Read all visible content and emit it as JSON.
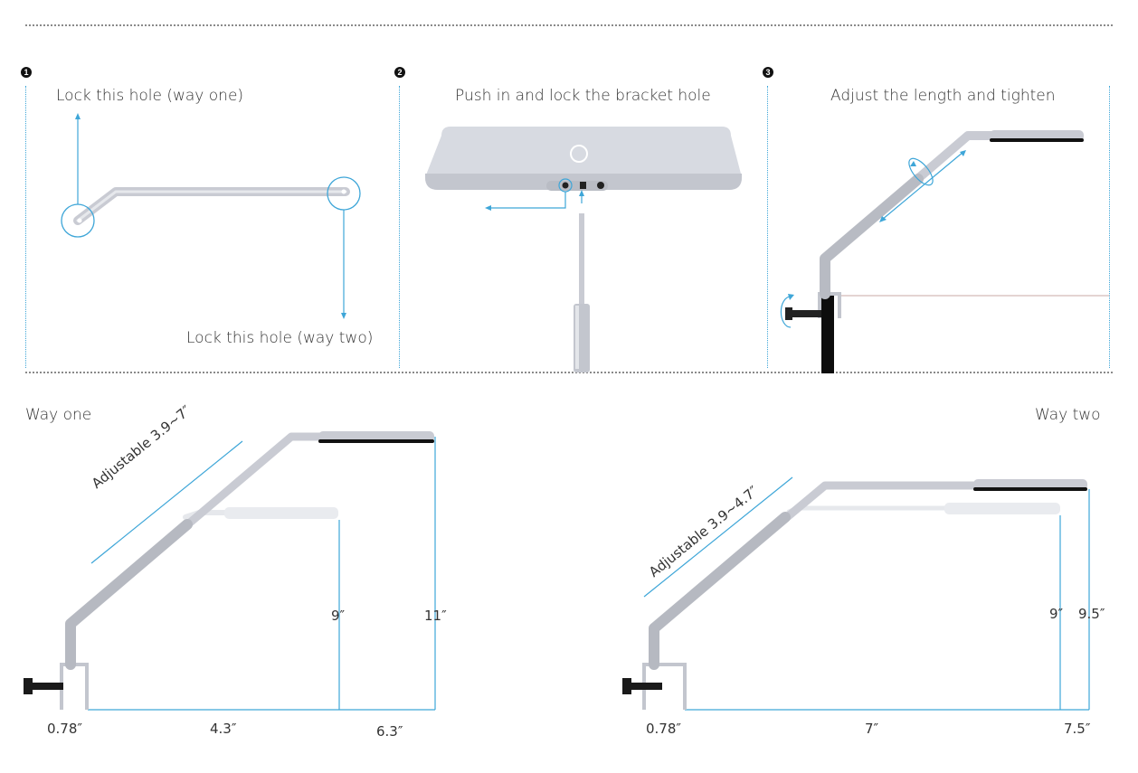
{
  "steps": [
    {
      "number": "1",
      "caption": "Lock this hole (way one)",
      "caption2": "Lock this hole (way two)"
    },
    {
      "number": "2",
      "caption": "Push in and lock the bracket hole"
    },
    {
      "number": "3",
      "caption": "Adjust the length and tighten"
    }
  ],
  "way_one": {
    "title": "Way one",
    "adjustable": "Adjustable 3.9~7″",
    "heights": [
      "9″",
      "11″"
    ],
    "widths": [
      "0.78″",
      "4.3″",
      "6.3″"
    ]
  },
  "way_two": {
    "title": "Way two",
    "adjustable": "Adjustable 3.9~4.7″",
    "heights": [
      "9″",
      "9.5″"
    ],
    "widths": [
      "0.78″",
      "7″",
      "7.5″"
    ]
  },
  "colors": {
    "accent": "#3ea6d8",
    "arm": "#c9cbd3",
    "lamp": "#d7dae1"
  }
}
